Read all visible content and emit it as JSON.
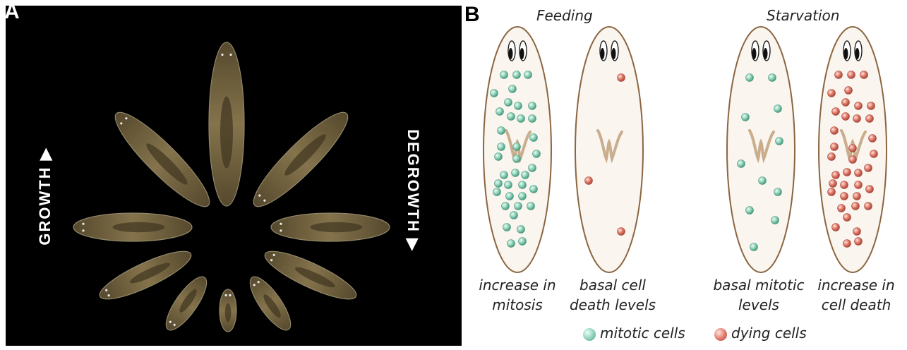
{
  "panel_a": {
    "letter": "A",
    "growth_label": "GROWTH",
    "degrowth_label": "DEGROWTH",
    "worm_color": "#7a6a45"
  },
  "panel_b": {
    "letter": "B",
    "conditions": [
      "Feeding",
      "Starvation"
    ],
    "worms": [
      {
        "caption_line1": "increase in",
        "caption_line2": "mitosis",
        "cell_type": "mitotic"
      },
      {
        "caption_line1": "basal cell",
        "caption_line2": "death levels",
        "cell_type": "dying"
      },
      {
        "caption_line1": "basal mitotic",
        "caption_line2": "levels",
        "cell_type": "mitotic"
      },
      {
        "caption_line1": "increase in",
        "caption_line2": "cell death",
        "cell_type": "dying"
      }
    ],
    "legend": [
      {
        "label": "mitotic cells",
        "color": "#8fd0b8"
      },
      {
        "label": "dying cells",
        "color": "#e07868"
      }
    ],
    "body_fill": "#faf5ee",
    "body_outline": "#8a6540",
    "pharynx_color": "#c9ad8c"
  }
}
